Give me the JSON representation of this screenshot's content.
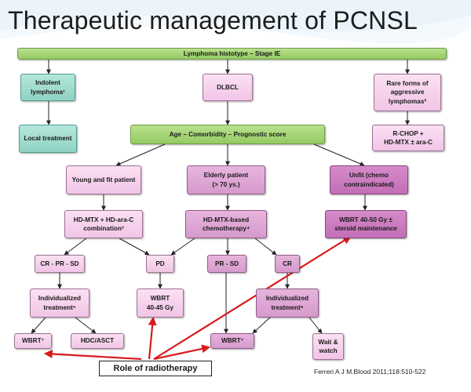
{
  "title": "Therapeutic management of PCNSL",
  "nodes": {
    "histotype": "Lymphoma histotype – Stage IE",
    "indolent": "Indolent lymphoma¹",
    "dlbcl": "DLBCL",
    "rare_forms": "Rare forms of aggressive lymphomas²",
    "local_treatment": "Local treatment",
    "age_comorbidity": "Age – Comorbidity – Prognostic score",
    "rchop": "R-CHOP +\nHD-MTX ± ara-C",
    "young_fit": "Young and fit patient",
    "elderly": "Elderly patient\n(> 70 ys.)",
    "unfit": "Unfit (chemo contraindicated)",
    "hdmtx_arac": "HD-MTX + HD-ara-C combination³",
    "hdmtx_based": "HD-MTX-based chemotherapy⁴",
    "wbrt_steroid": "WBRT 40-50 Gy ±\nsteroid maintenance",
    "cr_pr_sd": "CR - PR - SD",
    "pd": "PD",
    "pr_sd": "PR - SD",
    "cr": "CR",
    "individualized_left": "Individualized treatment⁵",
    "wbrt_40_45": "WBRT\n40-45 Gy",
    "individualized_right": "Individualized treatment⁶",
    "wbrt_left": "WBRT⁷",
    "hdc_asct": "HDC/ASCT",
    "wbrt_center": "WBRT⁷",
    "wait_watch": "Wait & watch"
  },
  "callout": "Role of radiotherapy",
  "citation": "Ferreri A J M.Blood 2011;118:510-522",
  "colors": {
    "green": "#94cb62",
    "teal": "#8fd2c4",
    "pink": "#f1c5e6",
    "mauve": "#d69acc",
    "purple": "#c36fb6",
    "arrow_red": "#d81b1b"
  }
}
